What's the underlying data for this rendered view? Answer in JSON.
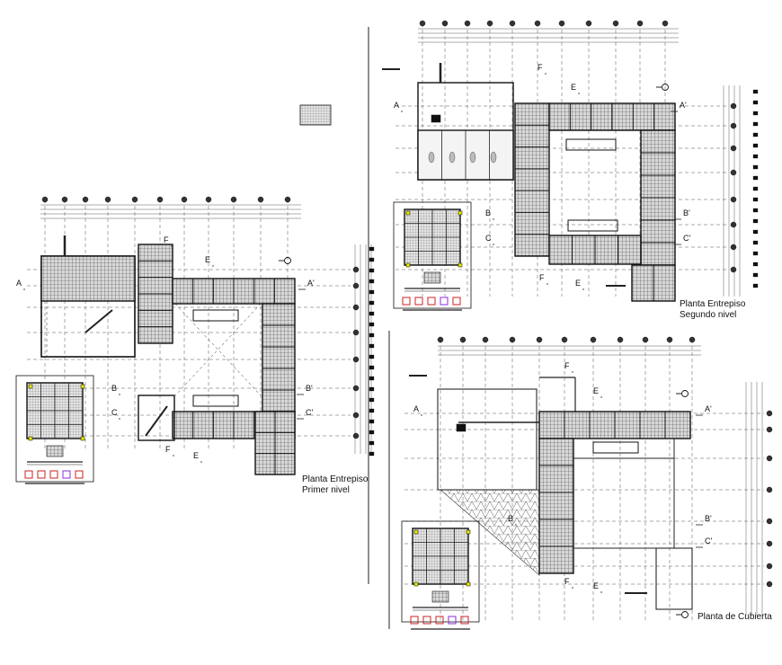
{
  "sheet": {
    "background": "#ffffff",
    "line_color": "#111111",
    "hatch_color": "#333333"
  },
  "plans": [
    {
      "id": "primer",
      "title_line1": "Planta Entrepiso",
      "title_line2": "Primer nivel"
    },
    {
      "id": "segundo",
      "title_line1": "Planta Entrepiso",
      "title_line2": "Segundo nivel"
    },
    {
      "id": "cubierta",
      "title_line1": "Planta de Cubierta",
      "title_line2": ""
    }
  ],
  "section_marks": {
    "a": "A",
    "a_prime": "A'",
    "b": "B",
    "b_prime": "B'",
    "c": "C",
    "c_prime": "C'",
    "e": "E",
    "f": "F"
  }
}
